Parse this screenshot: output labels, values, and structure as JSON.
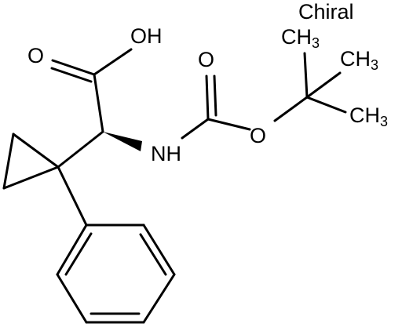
{
  "chiral_label": "Chiral",
  "atoms": {
    "carbonyl_oxygen_acid": "O",
    "hydroxyl": "OH",
    "amine": "NH",
    "carbonyl_oxygen_boc": "O",
    "ester_oxygen": "O",
    "methyl_1": "CH",
    "methyl_2": "CH",
    "methyl_3": "CH",
    "methyl_subscript": "3"
  },
  "colors": {
    "ink": "#000000",
    "background": "#ffffff"
  }
}
